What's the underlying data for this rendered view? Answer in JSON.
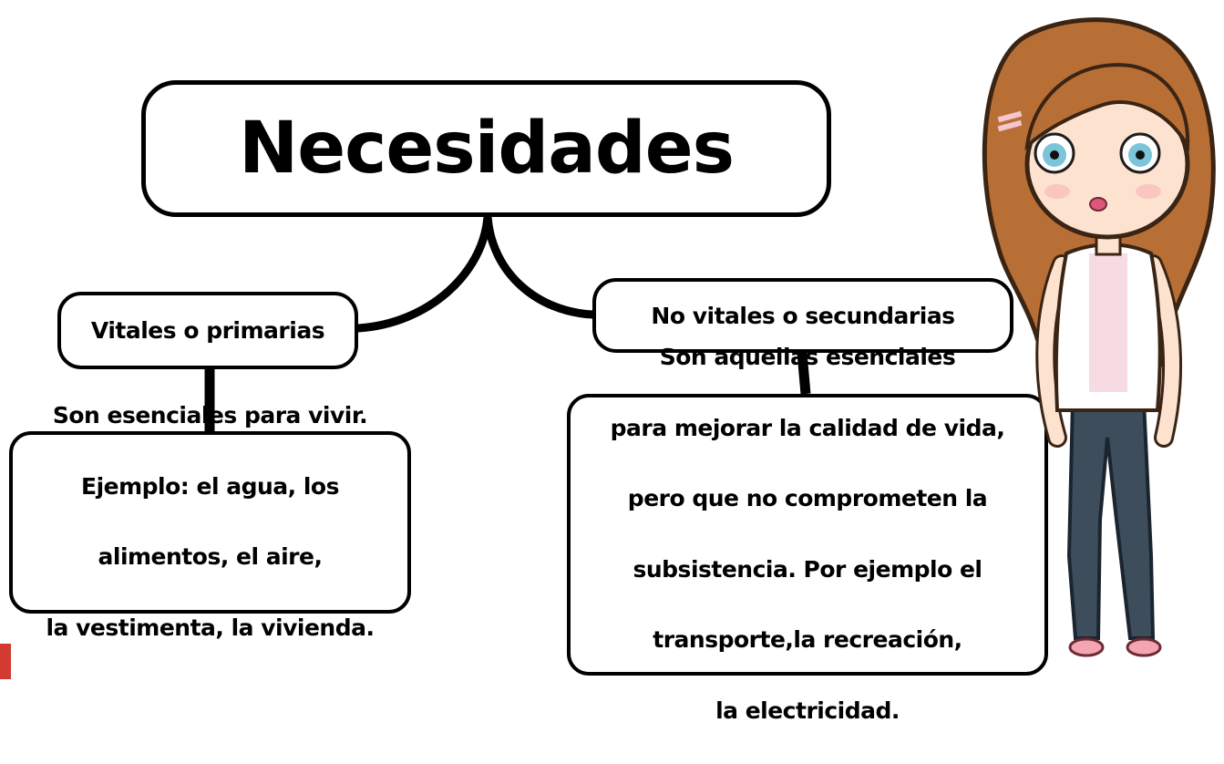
{
  "title": "Necesidades",
  "branches": {
    "left": {
      "label": "Vitales o primarias",
      "lines": [
        "Son esenciales para vivir.",
        "Ejemplo: el agua, los",
        "alimentos, el aire,",
        "la vestimenta, la vivienda."
      ]
    },
    "right": {
      "label": "No vitales o secundarias",
      "lines": [
        "Son aquellas esenciales",
        "para mejorar la calidad de vida,",
        "pero que no comprometen la",
        "subsistencia. Por ejemplo el",
        "transporte,la recreación,",
        "la electricidad."
      ]
    }
  },
  "colors": {
    "outline": "#000000",
    "hair": "#b86f35",
    "skin": "#fde3cf",
    "jeans": "#3d4d5c",
    "accent_mark": "#d23a32"
  },
  "illustration": "cartoon-girl-icon"
}
